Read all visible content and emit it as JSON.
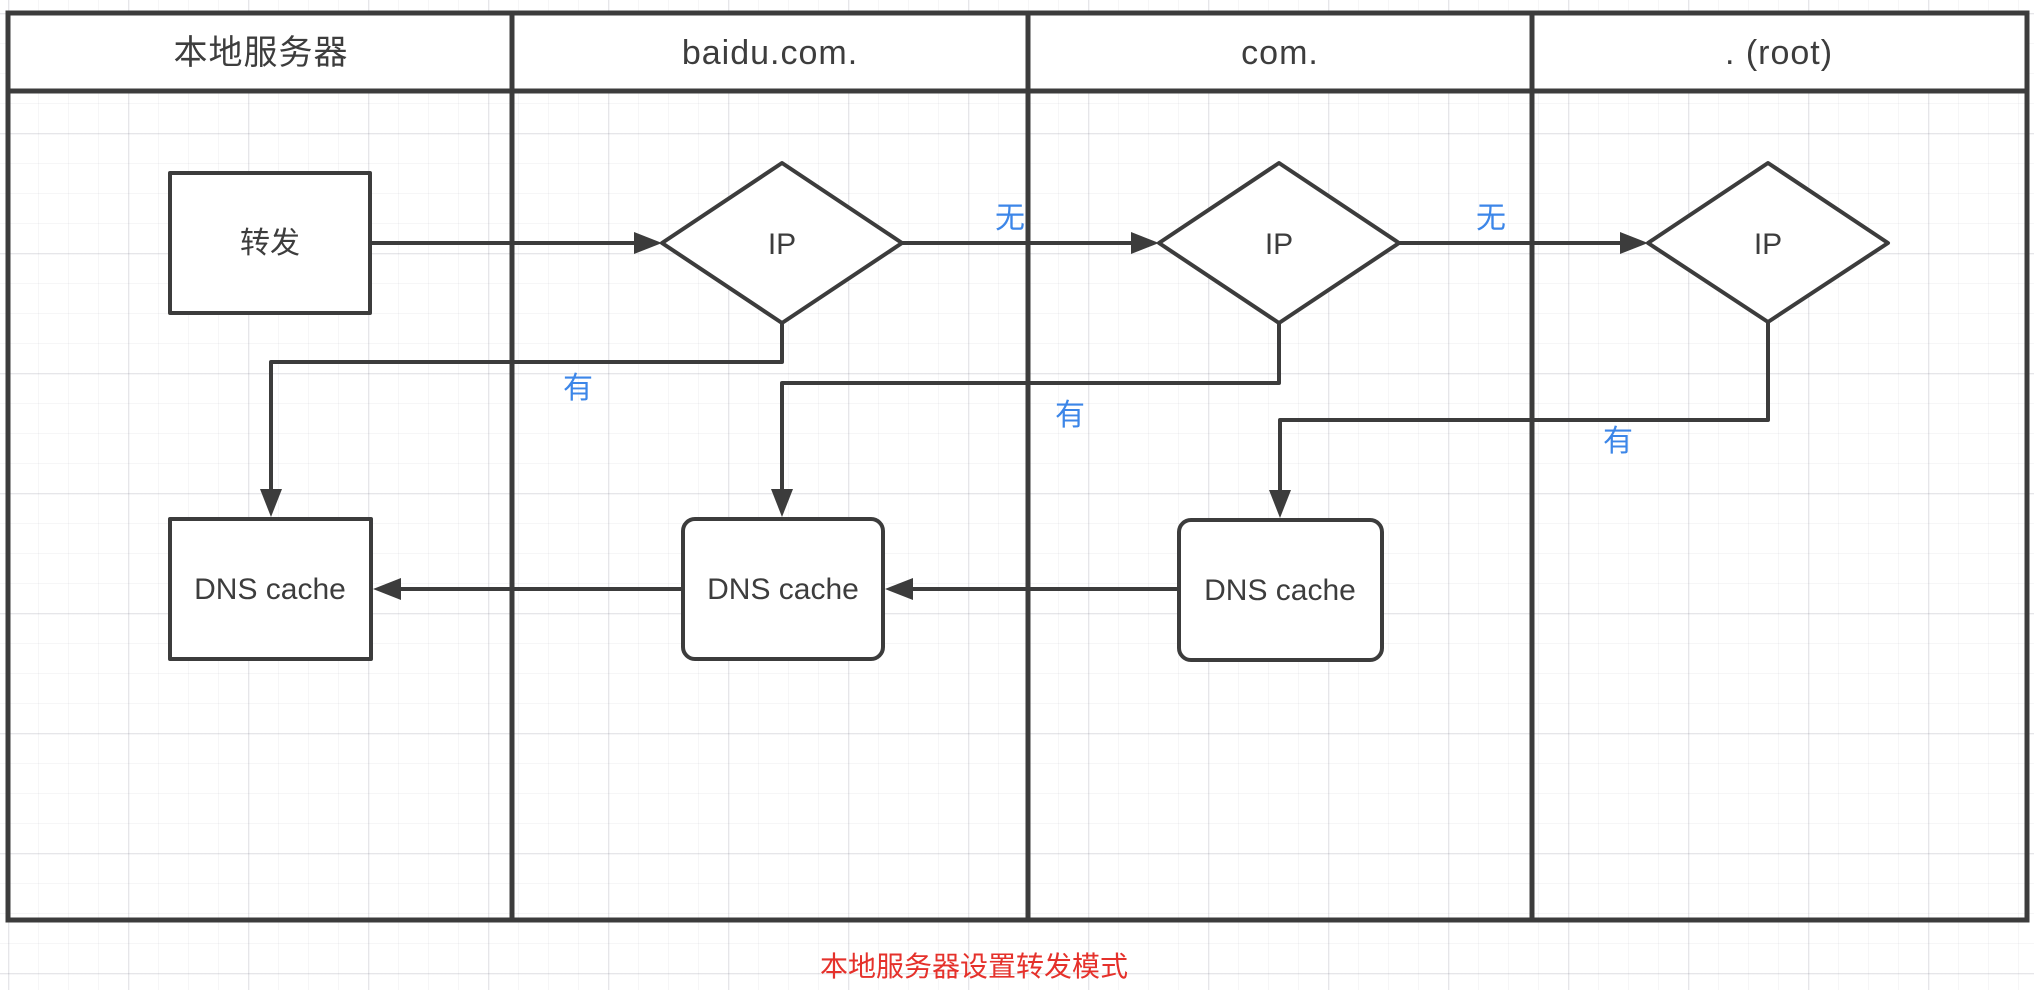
{
  "colors": {
    "line": "#3c3c3c",
    "text": "#3d3d3d",
    "blue": "#3c86e8",
    "red": "#e5312b"
  },
  "lanes": [
    {
      "label": "本地服务器"
    },
    {
      "label": "baidu.com."
    },
    {
      "label": "com."
    },
    {
      "label": ". (root)"
    }
  ],
  "nodes": {
    "forward": {
      "label": "转发"
    },
    "decision1": {
      "label": "IP"
    },
    "decision2": {
      "label": "IP"
    },
    "decision3": {
      "label": "IP"
    },
    "cache1": {
      "label": "DNS cache"
    },
    "cache2": {
      "label": "DNS cache"
    },
    "cache3": {
      "label": "DNS cache"
    }
  },
  "edge_labels": {
    "no1": "无",
    "no2": "无",
    "yes1": "有",
    "yes2": "有",
    "yes3": "有"
  },
  "caption": {
    "text": "本地服务器设置转发模式"
  }
}
